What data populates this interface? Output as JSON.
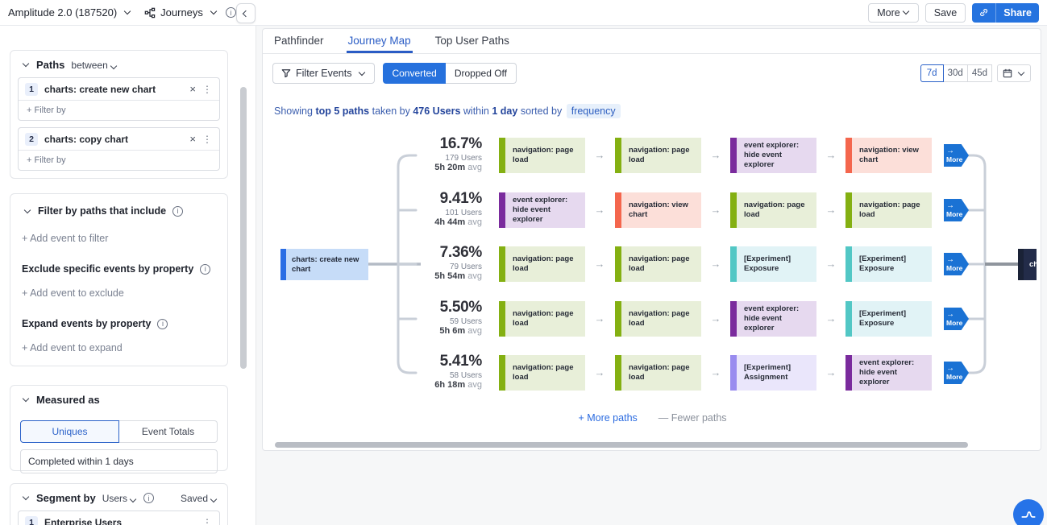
{
  "colors": {
    "accent": "#2673e8",
    "green": "#84b012",
    "purple": "#7a2b9d",
    "salmon": "#f4664d",
    "teal": "#52c7c5",
    "lavender": "#998cef",
    "start_blue": "#2a6de4"
  },
  "header": {
    "project": "Amplitude 2.0 (187520)",
    "product": "Journeys",
    "more_label": "More",
    "save_label": "Save",
    "share_label": "Share"
  },
  "sidebar": {
    "paths": {
      "title": "Paths",
      "mode": "between",
      "events": [
        {
          "index": "1",
          "name": "charts: create new chart",
          "filter_label": "+ Filter by"
        },
        {
          "index": "2",
          "name": "charts: copy chart",
          "filter_label": "+ Filter by"
        }
      ]
    },
    "filters": {
      "include_title": "Filter by paths that include",
      "add_filter": "+ Add event to filter",
      "exclude_title": "Exclude specific events by property",
      "add_exclude": "+ Add event to exclude",
      "expand_title": "Expand events by property",
      "add_expand": "+ Add event to expand"
    },
    "measured_as": {
      "title": "Measured as",
      "uniques": "Uniques",
      "event_totals": "Event Totals",
      "completed_within": "Completed within 1 days"
    },
    "segment_by": {
      "title": "Segment by",
      "type": "Users",
      "saved_label": "Saved",
      "first_index": "1",
      "first_name": "Enterprise Users"
    }
  },
  "main": {
    "tabs": [
      {
        "label": "Pathfinder"
      },
      {
        "label": "Journey Map"
      },
      {
        "label": "Top User Paths"
      }
    ],
    "toolbar": {
      "filter_events": "Filter Events",
      "converted": "Converted",
      "dropped_off": "Dropped Off",
      "ranges": [
        "7d",
        "30d",
        "45d"
      ],
      "selected_range": "7d"
    },
    "summary": {
      "s1": "Showing",
      "b1": "top 5 paths",
      "s2": "taken by",
      "b2": "476 Users",
      "s3": "within",
      "b3": "1 day",
      "s4": "sorted by",
      "sort_pill": "frequency"
    },
    "journey": {
      "start_node": "charts: create new chart",
      "end_node": "charts: copy chart",
      "more_label": "More",
      "rows": [
        {
          "percent": "16.7%",
          "users": "179 Users",
          "avg": "5h 20m",
          "avg_suffix": "avg",
          "events": [
            {
              "label": "navigation: page load",
              "color": "green"
            },
            {
              "label": "navigation: page load",
              "color": "green"
            },
            {
              "label": "event explorer: hide event explorer",
              "color": "purple"
            },
            {
              "label": "navigation: view chart",
              "color": "salmon"
            }
          ]
        },
        {
          "percent": "9.41%",
          "users": "101 Users",
          "avg": "4h 44m",
          "avg_suffix": "avg",
          "events": [
            {
              "label": "event explorer: hide event explorer",
              "color": "purple"
            },
            {
              "label": "navigation: view chart",
              "color": "salmon"
            },
            {
              "label": "navigation: page load",
              "color": "green"
            },
            {
              "label": "navigation: page load",
              "color": "green"
            }
          ]
        },
        {
          "percent": "7.36%",
          "users": "79 Users",
          "avg": "5h 54m",
          "avg_suffix": "avg",
          "events": [
            {
              "label": "navigation: page load",
              "color": "green"
            },
            {
              "label": "navigation: page load",
              "color": "green"
            },
            {
              "label": "[Experiment] Exposure",
              "color": "teal"
            },
            {
              "label": "[Experiment] Exposure",
              "color": "teal"
            }
          ]
        },
        {
          "percent": "5.50%",
          "users": "59 Users",
          "avg": "5h 6m",
          "avg_suffix": "avg",
          "events": [
            {
              "label": "navigation: page load",
              "color": "green"
            },
            {
              "label": "navigation: page load",
              "color": "green"
            },
            {
              "label": "event explorer: hide event explorer",
              "color": "purple"
            },
            {
              "label": "[Experiment] Exposure",
              "color": "teal"
            }
          ]
        },
        {
          "percent": "5.41%",
          "users": "58 Users",
          "avg": "6h 18m",
          "avg_suffix": "avg",
          "events": [
            {
              "label": "navigation: page load",
              "color": "green"
            },
            {
              "label": "navigation: page load",
              "color": "green"
            },
            {
              "label": "[Experiment] Assignment",
              "color": "lavender"
            },
            {
              "label": "event explorer: hide event explorer",
              "color": "purple"
            }
          ]
        }
      ],
      "more_paths": "More paths",
      "fewer_paths": "Fewer paths"
    }
  }
}
